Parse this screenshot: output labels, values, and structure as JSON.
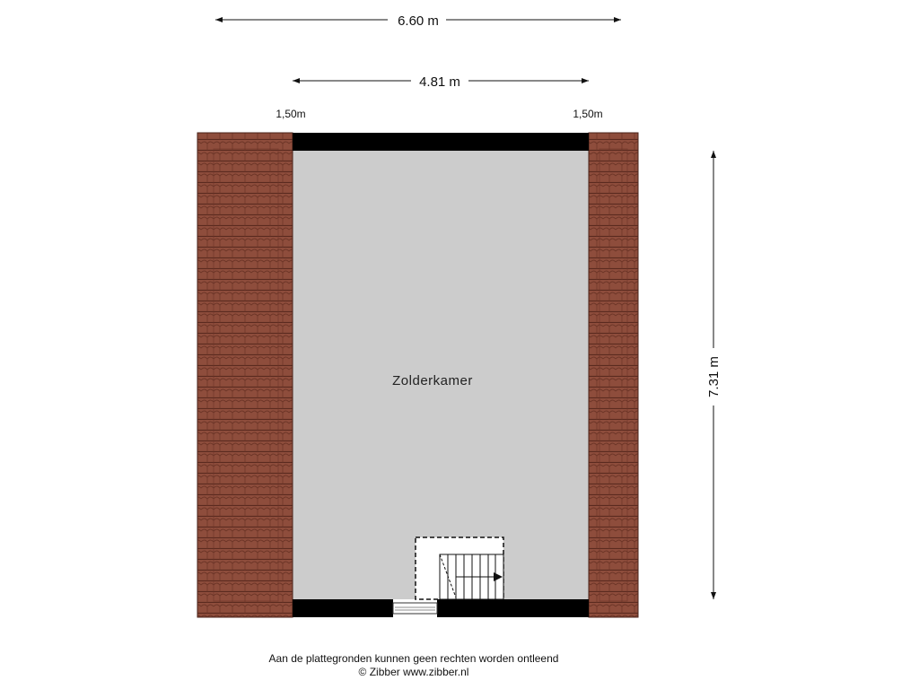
{
  "dimensions": {
    "total_width": "6.60 m",
    "inner_width": "4.81 m",
    "left_roof_width": "1,50m",
    "right_roof_width": "1,50m",
    "depth": "7.31 m"
  },
  "rooms": {
    "attic_label": "Zolderkamer"
  },
  "footer": {
    "disclaimer": "Aan de plattegronden kunnen geen rechten worden ontleend",
    "copyright": "© Zibber www.zibber.nl"
  },
  "colors": {
    "roof_tile": "#8a4a3a",
    "roof_tile_edge": "#5e2e22",
    "floor": "#cccccc",
    "wall": "#000000"
  }
}
